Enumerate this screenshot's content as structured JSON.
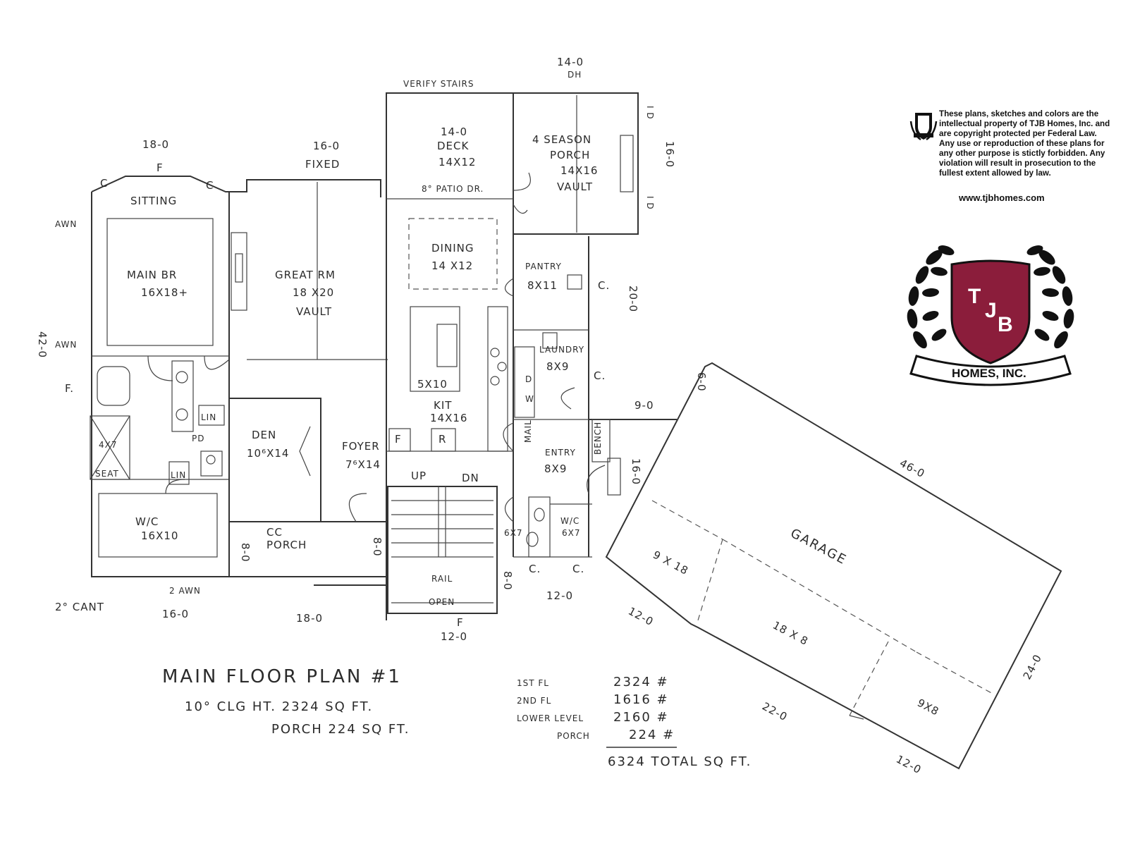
{
  "plan": {
    "title": "MAIN FLOOR PLAN #1",
    "ceiling_line": "10° CLG HT.   2324 SQ FT.",
    "porch_line": "PORCH  224  SQ FT.",
    "rooms": {
      "sitting": "SITTING",
      "main_br": "MAIN BR",
      "main_br_size": "16X18+",
      "great_rm": "GREAT RM",
      "great_rm_size": "18 X20",
      "great_rm_note": "VAULT",
      "deck_dim": "14-0",
      "deck": "DECK",
      "deck_size": "14X12",
      "four_season": "4 SEASON",
      "porch": "PORCH",
      "four_season_size": "14X16",
      "four_season_note": "VAULT",
      "dining": "DINING",
      "dining_size": "14 X12",
      "pantry": "PANTRY",
      "pantry_size": "8X11",
      "laundry": "LAUNDRY",
      "laundry_size": "8X9",
      "island": "5X10",
      "kit": "KIT",
      "kit_size": "14X16",
      "den": "DEN",
      "den_size": "10⁶X14",
      "foyer": "FOYER",
      "foyer_size": "7⁶X14",
      "entry": "ENTRY",
      "entry_size": "8X9",
      "wic1": "W/C",
      "wic1_size": "16X10",
      "wic2": "W/C",
      "wic2_size": "6X7",
      "bath_6x7": "6X7",
      "cc_porch_1": "CC",
      "cc_porch_2": "PORCH",
      "garage": "GARAGE",
      "garage_bay1": "9 X 18",
      "garage_bay2": "18 X 8",
      "garage_bay3": "9X8",
      "lin1": "LIN",
      "lin2": "LIN",
      "seat": "SEAT",
      "shower": "4X7",
      "pd": "PD",
      "mail": "MAIL",
      "bench": "BENCH",
      "d": "D",
      "w": "W",
      "f": "F",
      "r": "R"
    },
    "notes": {
      "verify_stairs": "VERIFY STAIRS",
      "patio_dr": "8° PATIO DR.",
      "fixed": "FIXED",
      "f_top": "F",
      "f_bottom": "F",
      "f_left": "F.",
      "c_left": "C",
      "c_right": "C",
      "c_pantry": "C.",
      "c_laundry": "C.",
      "c_bottom1": "C.",
      "c_bottom2": "C.",
      "awn_top": "AWN",
      "awn_mid": "AWN",
      "awn_bottom": "2 AWN",
      "cant": "2° CANT",
      "dh": "DH",
      "id_top": "I D",
      "id_bottom": "I D",
      "up": "UP",
      "dn": "DN",
      "rail": "RAIL",
      "open": "OPEN"
    },
    "dimensions": {
      "top_18": "18-0",
      "top_16": "16-0",
      "top_14": "14-0",
      "left_42": "42-0",
      "right_16_top": "16-0",
      "right_20": "20-0",
      "right_9": "9-0",
      "right_6": "6-0",
      "right_16": "16-0",
      "porch_8_left": "8-0",
      "porch_8_right": "8-0",
      "stair_8": "8-0",
      "bottom_16": "16-0",
      "bottom_18": "18-0",
      "bottom_12_center": "12-0",
      "bottom_12_right": "12-0",
      "garage_46": "46-0",
      "garage_12_top": "12-0",
      "garage_22": "22-0",
      "garage_24": "24-0",
      "garage_12_bottom": "12-0"
    },
    "sqft_table": [
      {
        "label": "1ST FL",
        "value": "2324 #"
      },
      {
        "label": "2ND FL",
        "value": "1616 #"
      },
      {
        "label": "LOWER LEVEL",
        "value": "2160 #"
      },
      {
        "label": "PORCH",
        "value": "224 #"
      }
    ],
    "total": "6324 TOTAL SQ FT."
  },
  "notice": {
    "text": "These plans, sketches and colors are the intellectual property of TJB Homes, Inc. and are copyright protected per Federal Law. Any use or reproduction of these plans for any other purpose is stictly forbidden. Any violation will result in prosecution to the fullest extent allowed by law.",
    "website": "www.tjbhomes.com"
  },
  "logo": {
    "letters": "TJB",
    "t": "T",
    "j": "J",
    "b": "B",
    "banner": "HOMES, INC.",
    "shield_color": "#8b1d3b",
    "ink_color": "#111111"
  }
}
